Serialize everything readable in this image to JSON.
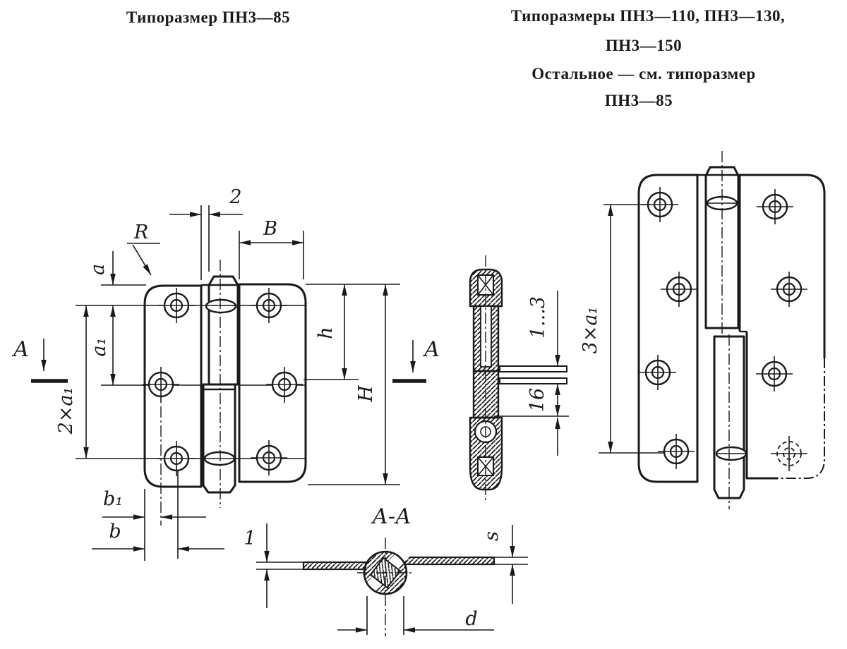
{
  "colors": {
    "ink": "#1a1a1a",
    "paper": "#ffffff"
  },
  "headers": {
    "left": "Типоразмер ПН3—85",
    "right_line1": "Типоразмеры ПН3—110, ПН3—130,",
    "right_line2": "ПН3—150",
    "right_line3": "Остальное — см. типоразмер",
    "right_line4": "ПН3—85"
  },
  "front_view": {
    "dim_gap": "2",
    "dim_width": "В",
    "dim_radius": "R",
    "dim_a": "a",
    "dim_a1": "a₁",
    "dim_2a1": "2×a₁",
    "dim_h": "h",
    "dim_H": "Н",
    "dim_b1": "b₁",
    "dim_b": "b",
    "section_mark_left": "А",
    "section_mark_right": "А"
  },
  "side_view": {
    "dim_gap_range": "1...3",
    "dim_knuckle_len": "16"
  },
  "large_view": {
    "dim_3a1": "3×a₁"
  },
  "section_view": {
    "title": "А-А",
    "dim_offset": "1",
    "dim_thickness": "s",
    "dim_diameter": "d"
  }
}
